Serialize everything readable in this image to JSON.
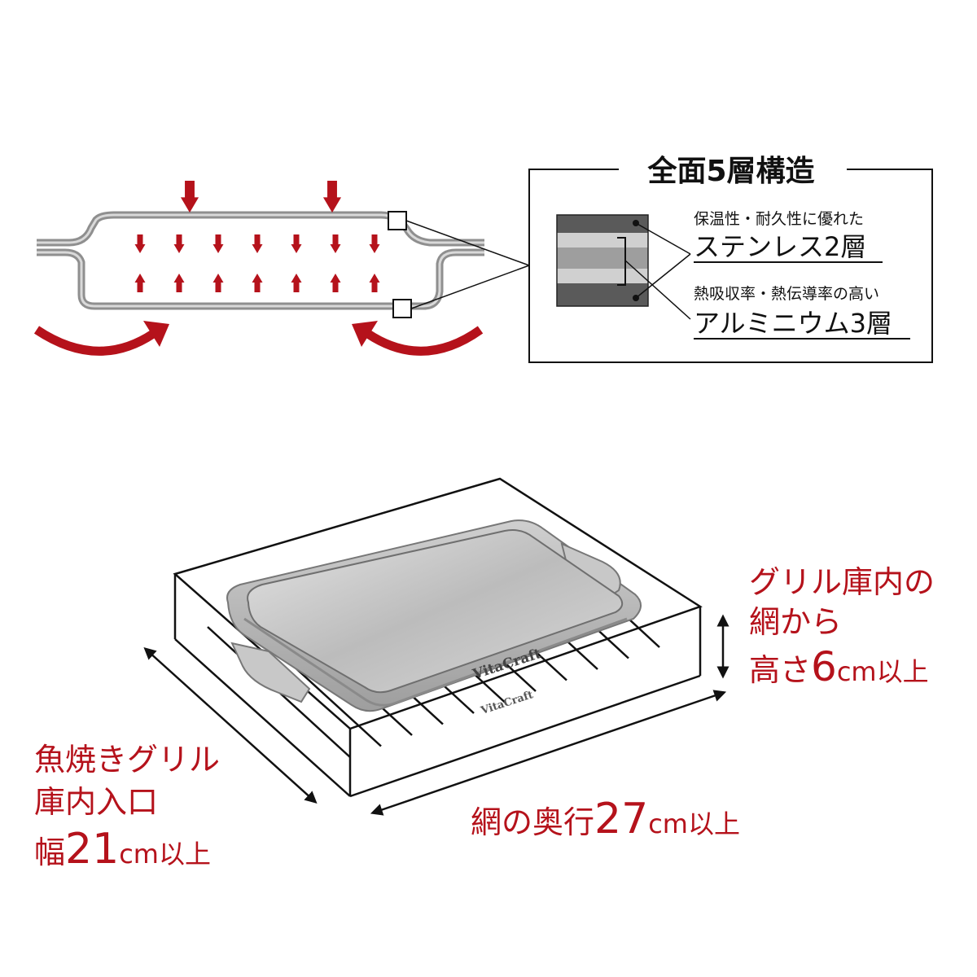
{
  "layers_box": {
    "title": "全面5層構造",
    "stainless_desc": "保温性・耐久性に優れた",
    "stainless_label": "ステンレス2層",
    "aluminum_desc": "熱吸収率・熱伝導率の高い",
    "aluminum_label": "アルミニウム3層"
  },
  "product": {
    "brand": "VitaCraft"
  },
  "dimensions": {
    "height_line1": "グリル庫内の",
    "height_line2": "網から",
    "height_prefix": "高さ",
    "height_value": "6",
    "height_suffix": "cm以上",
    "depth_prefix": "網の奥行",
    "depth_value": "27",
    "depth_suffix": "cm以上",
    "width_line1": "魚焼きグリル",
    "width_line2": "庫内入口",
    "width_prefix": "幅",
    "width_value": "21",
    "width_suffix": "cm以上"
  },
  "colors": {
    "accent_red": "#b5121b",
    "line_black": "#111111",
    "steel": "#9a9a9a"
  }
}
